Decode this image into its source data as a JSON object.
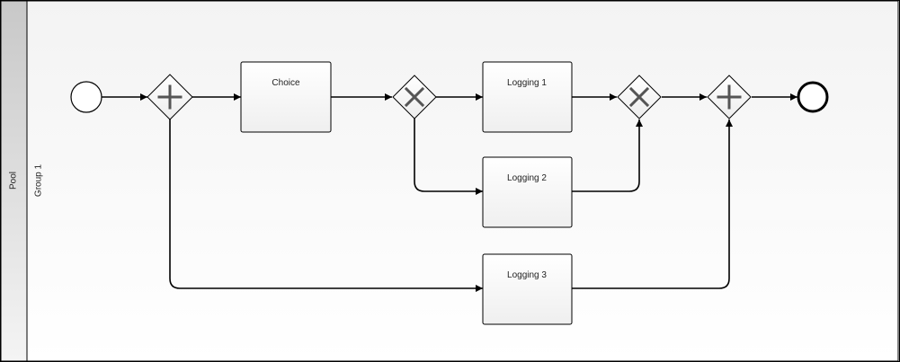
{
  "pool": {
    "label": "Pool"
  },
  "lane": {
    "label": "Group 1"
  },
  "tasks": {
    "choice": "Choice",
    "logging_1": "Logging 1",
    "logging_2": "Logging 2",
    "logging_3": "Logging 3"
  },
  "gateways": {
    "fork": "parallel-gateway",
    "choice_split": "exclusive-gateway",
    "choice_merge": "exclusive-gateway",
    "join": "parallel-gateway"
  },
  "events": {
    "start": "start-event",
    "end": "end-event"
  },
  "colors": {
    "pool_header": "#d4d4d4",
    "task_fill_top": "#ffffff",
    "task_fill_bottom": "#f0f0f0",
    "gateway_mark": "#555555",
    "stroke": "#000000"
  }
}
